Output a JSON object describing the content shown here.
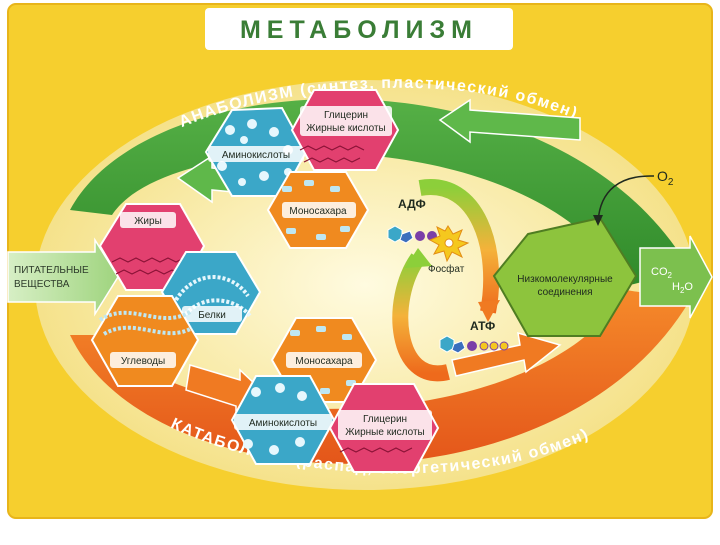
{
  "title": "МЕТАБОЛИЗМ",
  "anabolism_label": "АНАБОЛИЗМ (синтез, пластический обмен)",
  "catabolism_label": "КАТАБОЛИЗМ (распад, энергетический обмен)",
  "nutrients": [
    "ПИТАТЕЛЬНЫЕ",
    "ВЕЩЕСТВА"
  ],
  "nutrient_hexes": {
    "fats": "Жиры",
    "proteins": "Белки",
    "carbs": "Углеводы"
  },
  "anabolism_hexes": {
    "glycerol": [
      "Глицерин",
      "Жирные кислоты"
    ],
    "amino": "Аминокислоты",
    "mono": "Моносахара"
  },
  "catabolism_hexes": {
    "mono": "Моносахара",
    "amino": "Аминокислоты",
    "glycerol": [
      "Глицерин",
      "Жирные кислоты"
    ]
  },
  "energy": {
    "adp": "АДФ",
    "phosphate": "Фосфат",
    "atp": "АТФ"
  },
  "low_molecular": [
    "Низкомолекулярные",
    "соединения"
  ],
  "oxygen": {
    "symbol": "O",
    "sub": "2"
  },
  "products": {
    "co2": {
      "symbol": "CO",
      "sub": "2"
    },
    "h2o": {
      "symbol": "H",
      "sub": "2",
      "rest": "O"
    }
  },
  "colors": {
    "anabolism": "#3f9a37",
    "catabolism": "#ee6a1c",
    "fats": "#e2406f",
    "proteins": "#3ba7c8",
    "carbs": "#f08a1f",
    "low_molecular": "#8dc43d",
    "frame": "#f6cf2e"
  }
}
